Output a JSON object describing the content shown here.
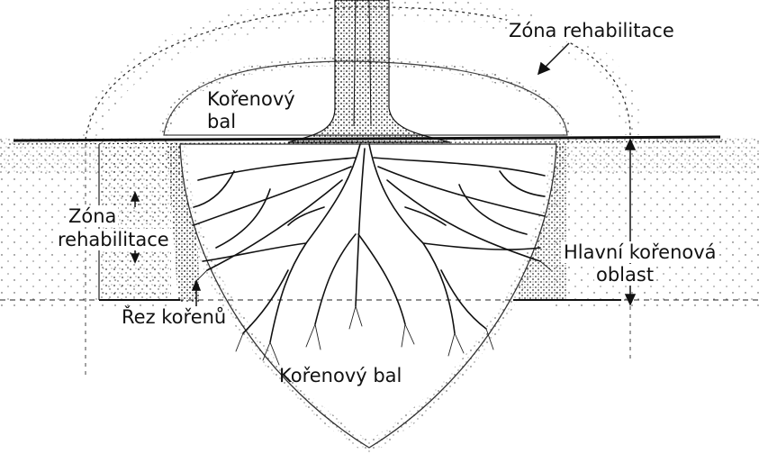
{
  "labels": {
    "zone_top": "Zóna rehabilitace",
    "rootball_top_line1": "Kořenový",
    "rootball_top_line2": "bal",
    "zone_left_line1": "Zóna",
    "zone_left_line2": "rehabilitace",
    "main_root_area_line1": "Hlavní kořenová",
    "main_root_area_line2": "oblast",
    "root_cut": "Řez kořenů",
    "rootball_bottom": "Kořenový bal"
  }
}
